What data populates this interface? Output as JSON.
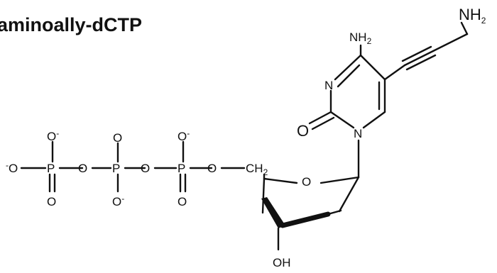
{
  "title": "aminoally-dCTP",
  "atoms": {
    "nh2_amine": "NH",
    "nh2_amine_sub": "2",
    "nh2_base": "NH",
    "nh2_base_sub": "2",
    "n3": "N",
    "n1": "N",
    "o2": "O",
    "o_ring": "O",
    "ch2": "CH",
    "ch2_sub": "2",
    "oh": "OH",
    "o_minus_left": "O",
    "o_top_1": "O",
    "o_top_2": "O",
    "o_top_3": "O",
    "o_bottom_1": "O",
    "o_bottom_2": "O",
    "o_bottom_3": "O",
    "o_bridge_1": "O",
    "o_bridge_2": "O",
    "o_bridge_3": "O",
    "p1": "P",
    "p2": "P",
    "p3": "P",
    "charge": "-"
  }
}
